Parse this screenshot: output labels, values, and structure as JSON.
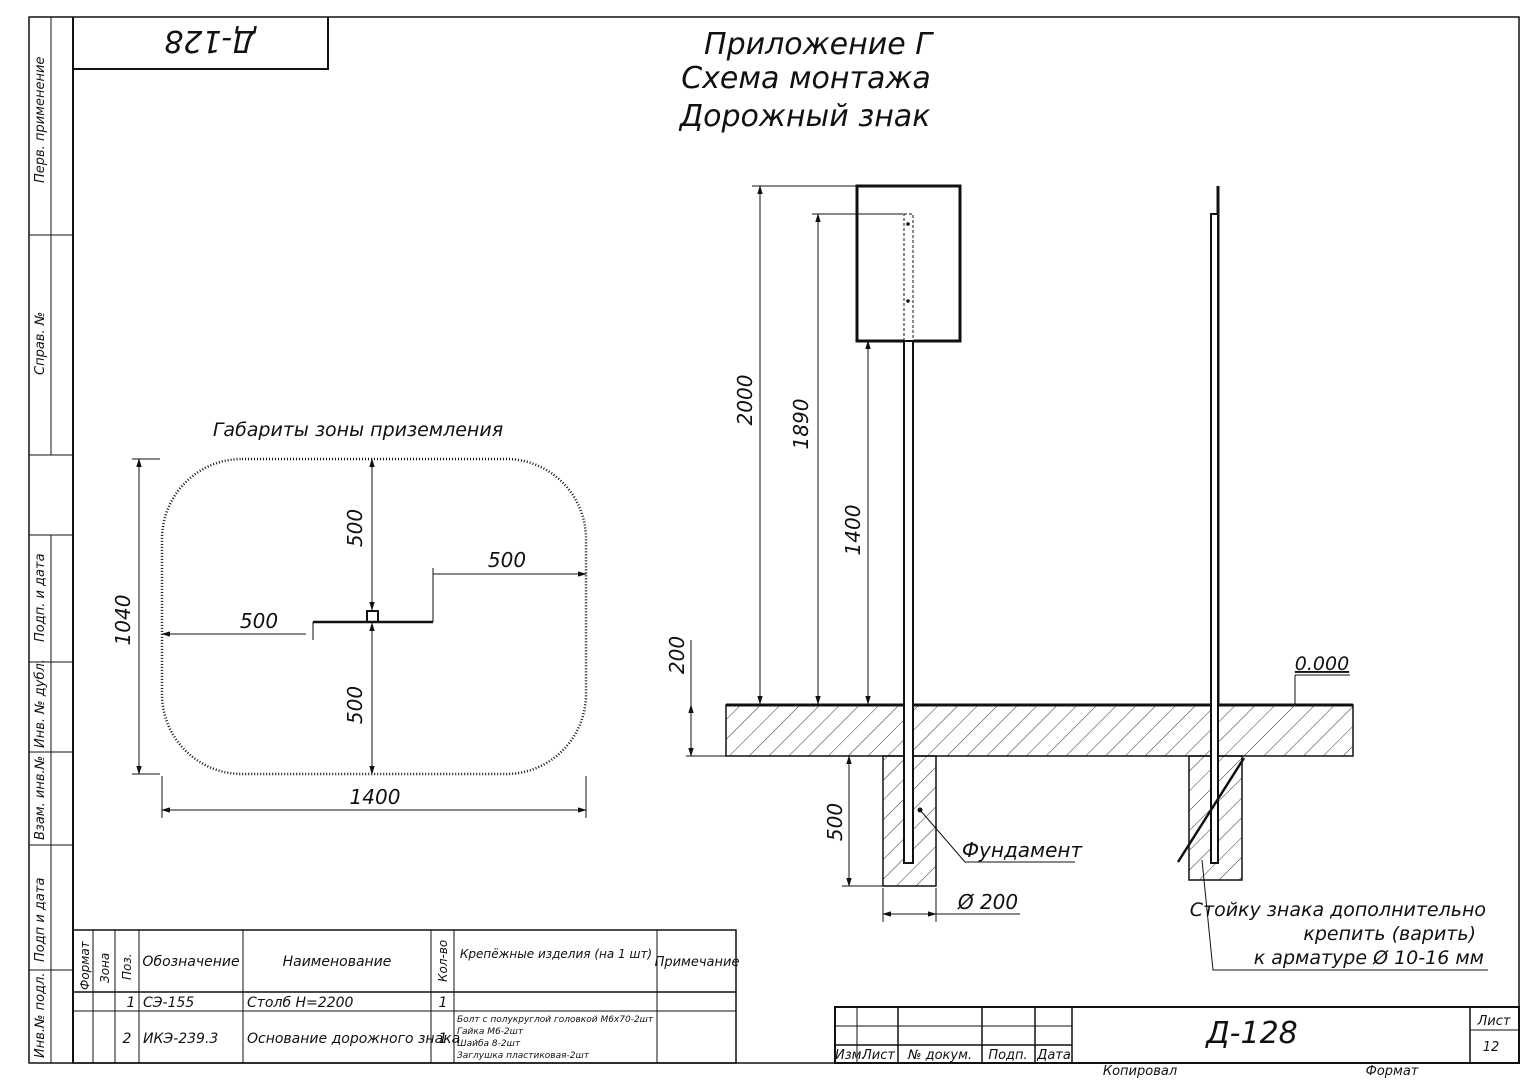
{
  "stamp_code": "Д-128",
  "title": {
    "line1": "Приложение Г",
    "line2": "Схема монтажа",
    "line3": "Дорожный знак"
  },
  "left_margin_labels": [
    "Перв. применение",
    "Справ. №",
    "Подп. и дата",
    "Инв. № дубл.",
    "Взам. инв.№",
    "Подп и дата",
    "Инв.№ подл."
  ],
  "plan": {
    "title": "Габариты зоны приземления",
    "dim_height": "1040",
    "dim_width": "1400",
    "dim_top": "500",
    "dim_bottom": "500",
    "dim_left": "500",
    "dim_right": "500"
  },
  "elevation": {
    "dim_total": "2000",
    "dim_panel_top": "1890",
    "dim_panel_bottom": "1400",
    "dim_slab": "200",
    "dim_foundation_depth": "500",
    "dim_diameter": "Ø 200",
    "level_mark": "0.000",
    "label_foundation": "Фундамент",
    "note": [
      "Стойку знака дополнительно",
      "крепить (варить)",
      "к арматуре Ø 10-16 мм"
    ]
  },
  "spec_table": {
    "headers": {
      "format": "Формат",
      "zone": "Зона",
      "pos": "Поз.",
      "designation": "Обозначение",
      "name": "Наименование",
      "qty": "Кол-во",
      "fasteners": "Крепёжные изделия (на 1 шт)",
      "note": "Примечание"
    },
    "rows": [
      {
        "pos": "1",
        "designation": "СЭ-155",
        "name": "Столб H=2200",
        "qty": "1",
        "fasteners": [],
        "note": ""
      },
      {
        "pos": "2",
        "designation": "ИКЭ-239.3",
        "name": "Основание дорожного знака",
        "qty": "1",
        "fasteners": [
          "Болт с полукруглой головкой М6х70-2шт",
          "Гайка М6-2шт",
          "Шайба 8-2шт",
          "Заглушка пластиковая-2шт"
        ],
        "note": ""
      }
    ]
  },
  "title_block": {
    "col_labels": [
      "Изм.",
      "Лист",
      "№ докум.",
      "Подп.",
      "Дата"
    ],
    "code": "Д-128",
    "sheet_label": "Лист",
    "sheet_number": "12",
    "copied": "Копировал",
    "format": "Формат"
  }
}
